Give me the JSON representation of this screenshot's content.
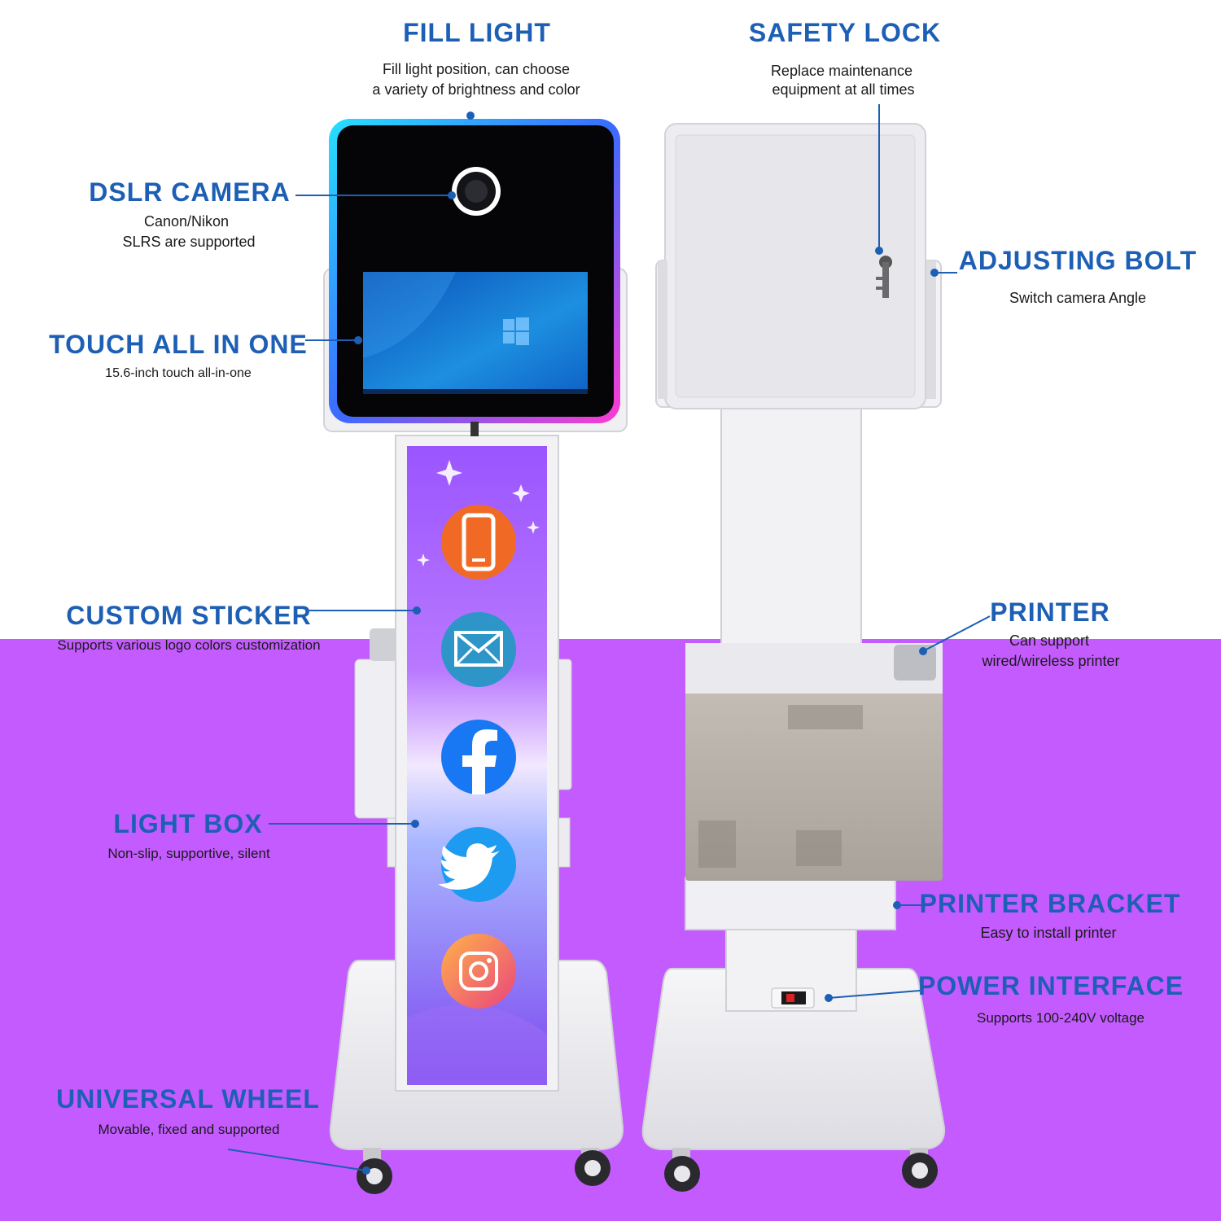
{
  "colors": {
    "title": "#1d5fb4",
    "purple_background": "#c45bff",
    "leader_line": "#1d5fb4"
  },
  "callouts": {
    "fill_light": {
      "title": "FILL LIGHT",
      "desc_line1": "Fill light position, can choose",
      "desc_line2": "a variety of brightness and color"
    },
    "safety_lock": {
      "title": "SAFETY LOCK",
      "desc_line1": "Replace maintenance",
      "desc_line2": "equipment at all times"
    },
    "dslr_camera": {
      "title": "DSLR CAMERA",
      "desc_line1": "Canon/Nikon",
      "desc_line2": "SLRS are supported"
    },
    "adjusting_bolt": {
      "title": "ADJUSTING BOLT",
      "desc_line1": "Switch camera Angle"
    },
    "touch_all_in_one": {
      "title": "TOUCH ALL IN ONE",
      "desc_line1": "15.6-inch touch all-in-one"
    },
    "custom_sticker": {
      "title": "CUSTOM STICKER",
      "desc_line1": "Supports various logo colors customization"
    },
    "printer": {
      "title": "PRINTER",
      "desc_line1": "Can support",
      "desc_line2": "wired/wireless printer"
    },
    "light_box": {
      "title": "LIGHT BOX",
      "desc_line1": "Non-slip, supportive, silent"
    },
    "printer_bracket": {
      "title": "PRINTER BRACKET",
      "desc_line1": "Easy to install printer"
    },
    "power_interface": {
      "title": "POWER INTERFACE",
      "desc_line1": "Supports 100-240V voltage"
    },
    "universal_wheel": {
      "title": "UNIVERSAL WHEEL",
      "desc_line1": "Movable, fixed and supported"
    }
  },
  "icons": [
    "phone-icon",
    "mail-icon",
    "facebook-icon",
    "twitter-icon",
    "instagram-icon",
    "windows-logo-icon",
    "lock-icon"
  ]
}
